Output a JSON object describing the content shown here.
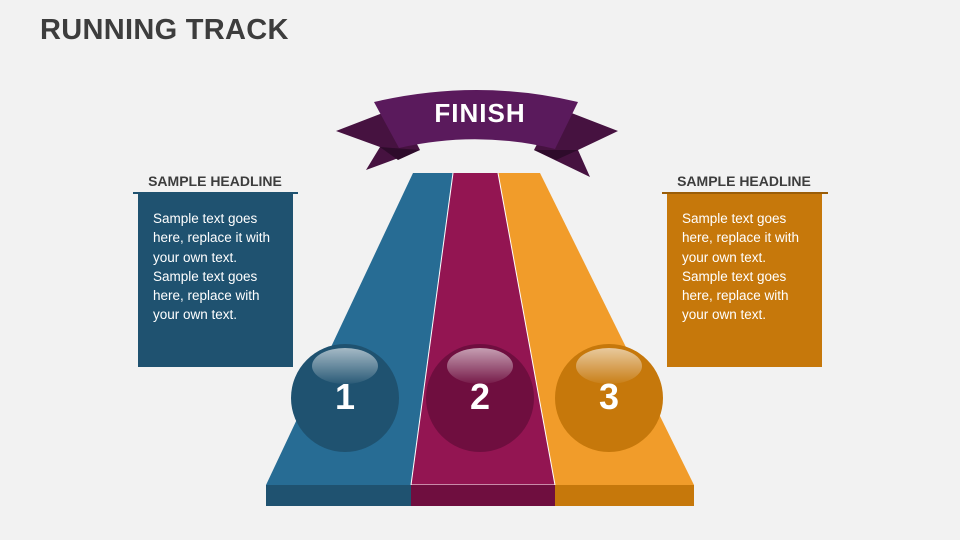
{
  "title": "RUNNING TRACK",
  "banner": {
    "label": "FINISH",
    "color": "#5a1a5c",
    "tail_color": "#461240"
  },
  "lanes": [
    {
      "number": "1",
      "color": "#276c94",
      "base_color": "#1f5270",
      "ball_color": "#1f5270"
    },
    {
      "number": "2",
      "color": "#931552",
      "base_color": "#6f0e3f",
      "ball_color": "#6f0e3f"
    },
    {
      "number": "3",
      "color": "#f19c2a",
      "base_color": "#c6780b",
      "ball_color": "#c6780b"
    }
  ],
  "left_panel": {
    "headline": "SAMPLE HEADLINE",
    "body": "Sample text goes here, replace it with your own text. Sample text goes here, replace with your own text.",
    "color": "#1f5270"
  },
  "right_panel": {
    "headline": "SAMPLE HEADLINE",
    "body": "Sample text goes here, replace it with your own text. Sample text goes here, replace with your own text.",
    "color": "#c6780b"
  }
}
